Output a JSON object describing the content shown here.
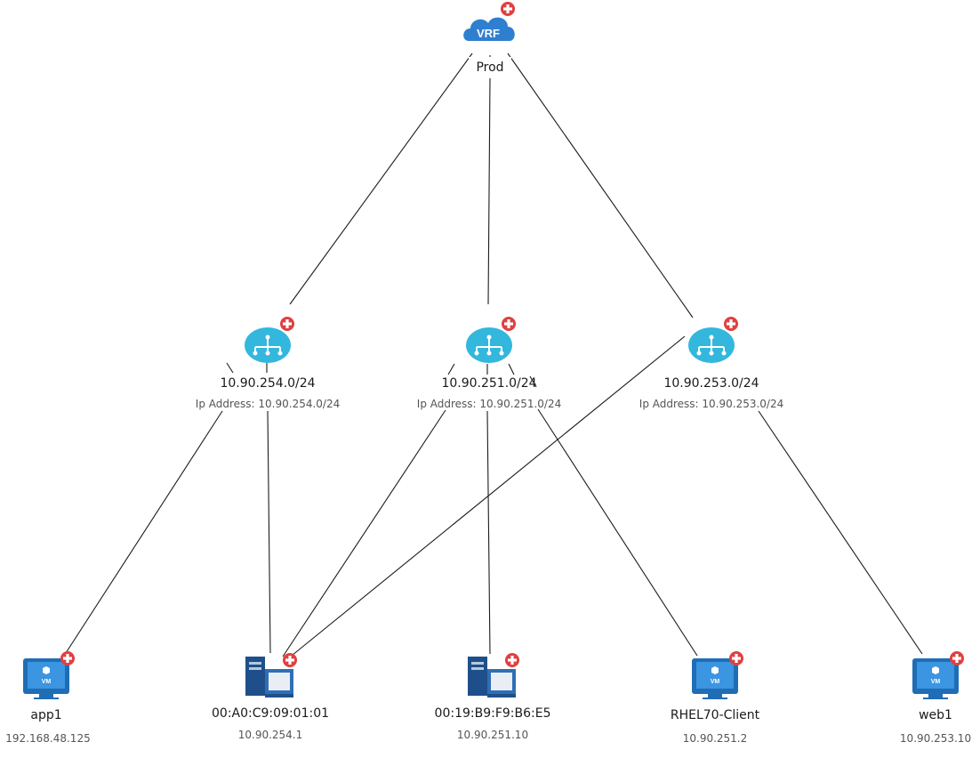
{
  "vrf": {
    "icon_text": "VRF",
    "name": "Prod"
  },
  "subnets": [
    {
      "name": "10.90.254.0/24",
      "detail": "Ip Address: 10.90.254.0/24"
    },
    {
      "name": "10.90.251.0/24",
      "detail": "Ip Address: 10.90.251.0/24"
    },
    {
      "name": "10.90.253.0/24",
      "detail": "Ip Address: 10.90.253.0/24"
    }
  ],
  "hosts": [
    {
      "type": "vm",
      "icon": "vm-icon",
      "icon_text": "VM",
      "name": "app1",
      "ip": "192.168.48.125"
    },
    {
      "type": "server",
      "icon": "server-icon",
      "name": "00:A0:C9:09:01:01",
      "ip": "10.90.254.1"
    },
    {
      "type": "server",
      "icon": "server-icon",
      "name": "00:19:B9:F9:B6:E5",
      "ip": "10.90.251.10"
    },
    {
      "type": "vm",
      "icon": "vm-icon",
      "icon_text": "VM",
      "name": "RHEL70-Client",
      "ip": "10.90.251.2"
    },
    {
      "type": "vm",
      "icon": "vm-icon",
      "icon_text": "VM",
      "name": "web1",
      "ip": "10.90.253.10"
    }
  ],
  "colors": {
    "cloud": "#2f7fd0",
    "subnet": "#33b7dc",
    "vm_frame": "#1f6db5",
    "badge": "#e04040",
    "edge": "#1c1c1c"
  }
}
